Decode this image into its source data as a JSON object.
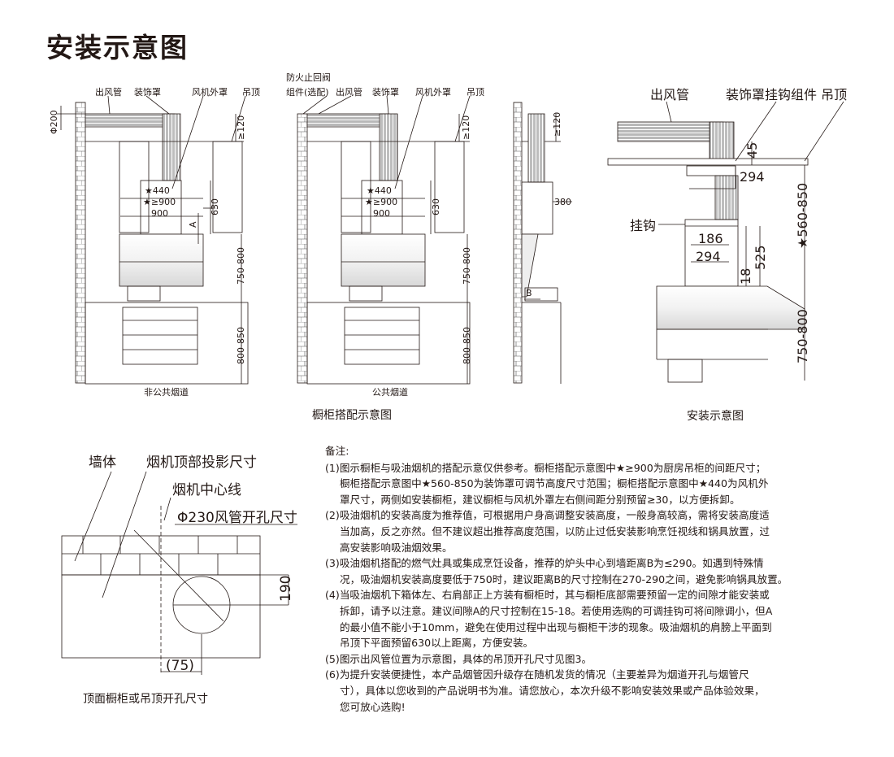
{
  "page_title": "安装示意图",
  "diagram1": {
    "labels": {
      "outlet_pipe": "出风管",
      "decor_cover": "装饰罩",
      "fan_cover": "风机外罩",
      "ceiling": "吊顶",
      "phi200": "Φ200",
      "ge120": "≥120",
      "star440": "★440",
      "star900": "★≥900",
      "w900": "900",
      "h630": "630",
      "gapA": "A",
      "h750_800": "750-800",
      "h800_850": "800-850"
    },
    "caption": "非公共烟道"
  },
  "diagram2": {
    "labels": {
      "fire_valve_1": "防火止回阀",
      "fire_valve_2": "组件(选配)",
      "outlet_pipe": "出风管",
      "decor_cover": "装饰罩",
      "fan_cover": "风机外罩",
      "ceiling": "吊顶",
      "ge120": "≥120",
      "star440": "★440",
      "star900": "★≥900",
      "w900": "900",
      "h630": "630",
      "h750_800": "750-800",
      "h800_850": "800-850"
    },
    "caption": "公共烟道"
  },
  "diagram3": {
    "labels": {
      "ge120": "≥120",
      "d380": "380",
      "dB": "B"
    }
  },
  "section_caption_cabinet": "橱柜搭配示意图",
  "install": {
    "labels": {
      "outlet_pipe": "出风管",
      "hook_assembly": "装饰罩挂钩组件 吊顶",
      "hook": "挂钩",
      "d45": "45",
      "d294a": "294",
      "d186": "186",
      "d294b": "294",
      "d525": "525",
      "d18": "18",
      "d560_850": "★560-850",
      "d750_800": "750-800"
    },
    "caption": "安装示意图"
  },
  "hole": {
    "labels": {
      "wall": "墙体",
      "projection": "烟机顶部投影尺寸",
      "centerline": "烟机中心线",
      "hole_size": "Φ230风管开孔尺寸",
      "d190": "190",
      "d75": "(75)"
    },
    "caption": "顶面橱柜或吊顶开孔尺寸"
  },
  "notes": {
    "heading": "备注:",
    "items": [
      "(1)图示橱柜与吸油烟机的搭配示意仅供参考。橱柜搭配示意图中★≥900为厨房吊柜的间距尺寸；",
      "橱柜搭配示意图中★560-850为装饰罩可调节高度尺寸范围；橱柜搭配示意图中★440为风机外",
      "罩尺寸，两侧如安装橱柜，建议橱柜与风机外罩左右侧间距分别预留≥30，以方便拆卸。",
      "(2)吸油烟机的安装高度为推荐值，可根据用户身高调整安装高度，一般身高较高，需将安装高度适",
      "当加高，反之亦然。但不建议超出推荐高度范围，以防止过低安装影响烹饪视线和锅具放置，过",
      "高安装影响吸油烟效果。",
      "(3)吸油烟机搭配的燃气灶具或集成烹饪设备，推荐的炉头中心到墙距离B为≤290。如遇到特殊情",
      "况，吸油烟机安装高度要低于750时，建议距离B的尺寸控制在270-290之间，避免影响锅具放置。",
      "(4)当吸油烟机下箱体左、右肩部正上方装有橱柜时，其与橱柜底部需要预留一定的间隙才能安装或",
      "拆卸，请予以注意。建议间隙A的尺寸控制在15-18。若使用选购的可调挂钩可将间隙调小，但A",
      "的最小值不能小于10mm，避免在使用过程中出现与橱柜干涉的现象。吸油烟机的肩膀上平面到",
      "吊顶下平面预留630以上距离，方便安装。",
      "(5)图示出风管位置为示意图，具体的吊顶开孔尺寸见图3。",
      "(6)为提升安装便捷性，本产品烟管因升级存在随机发货的情况（主要差异为烟道开孔与烟管尺",
      "寸），具体以您收到的产品说明书为准。请您放心，本次升级不影响安装效果或产品体验效果，",
      "您可放心选购!"
    ]
  }
}
